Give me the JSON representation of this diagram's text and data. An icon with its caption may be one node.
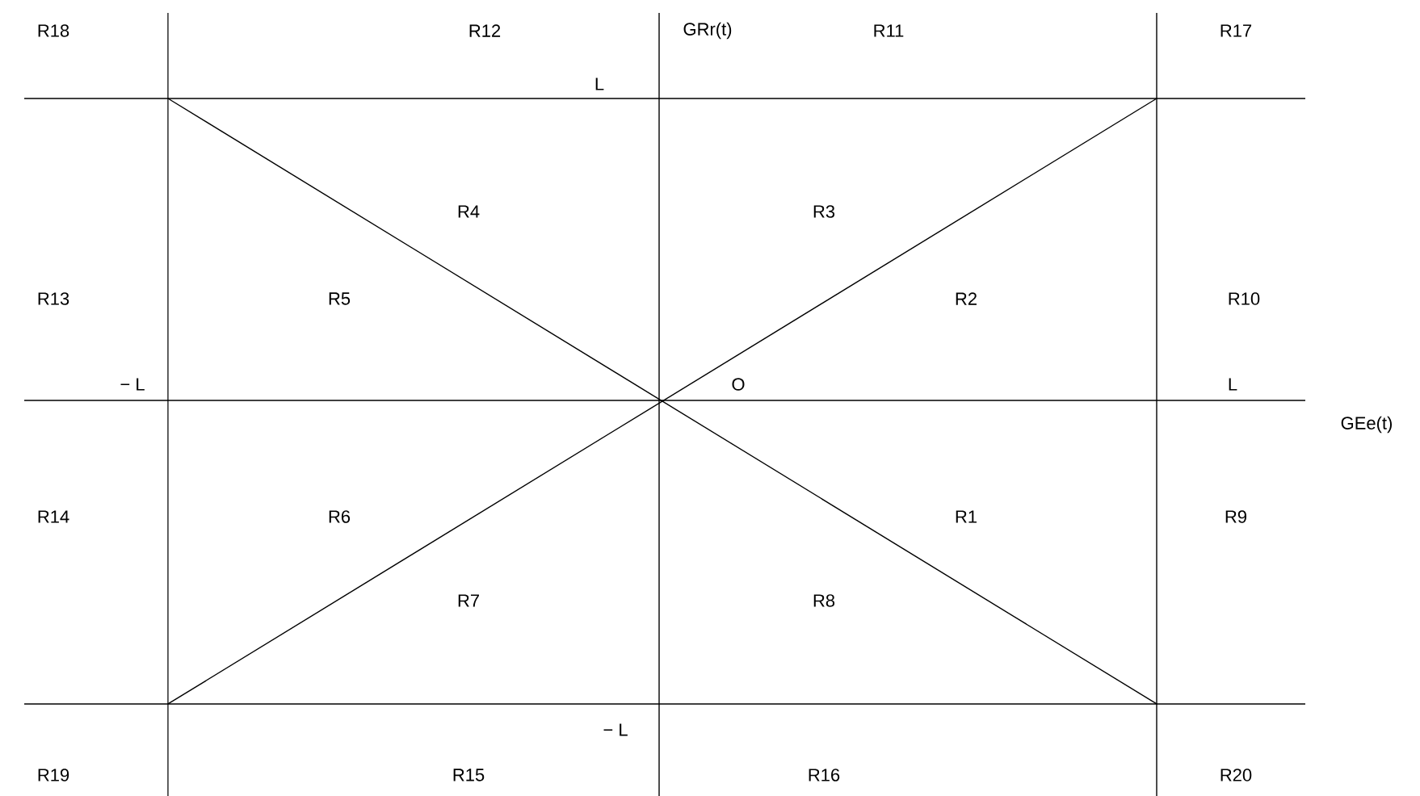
{
  "diagram": {
    "labels": [
      "R18",
      "R12",
      "GRr(t)",
      "R11",
      "R17",
      "L",
      "R4",
      "R3",
      "R13",
      "R5",
      "R2",
      "R10",
      "− L",
      "O",
      "L",
      "GEe(t)",
      "R14",
      "R6",
      "R1",
      "R9",
      "R7",
      "R8",
      "− L",
      "R19",
      "R15",
      "R16",
      "R20"
    ]
  }
}
